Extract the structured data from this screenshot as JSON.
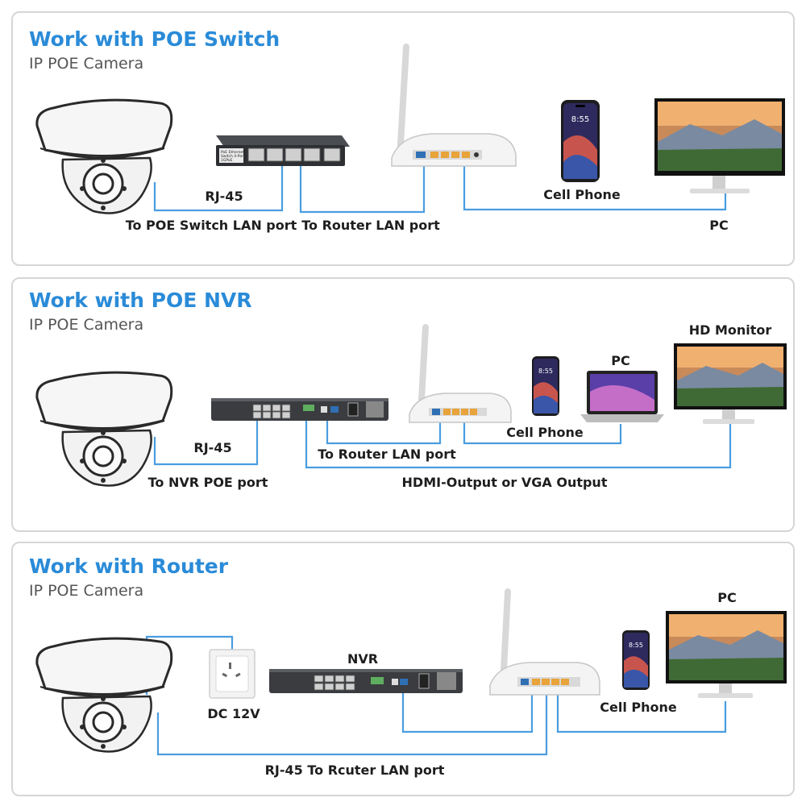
{
  "panels": [
    {
      "title": "Work with POE Switch",
      "subtitle": "IP POE Camera",
      "labels": {
        "rj45": "RJ-45",
        "to_poe_switch": "To POE Switch LAN port",
        "to_router": "To Router LAN port",
        "cell_phone": "Cell Phone",
        "pc": "PC"
      },
      "switch_text": [
        "PoE Ethernet",
        "Switch 4-Port",
        "1GPoE"
      ]
    },
    {
      "title": "Work with POE NVR",
      "subtitle": "IP POE Camera",
      "labels": {
        "rj45": "RJ-45",
        "to_nvr_poe": "To NVR POE port",
        "to_router": "To Router LAN port",
        "hdmi_vga": "HDMI-Output or VGA Output",
        "cell_phone": "Cell Phone",
        "pc": "PC",
        "hd_monitor": "HD Monitor"
      }
    },
    {
      "title": "Work with Router",
      "subtitle": "IP POE Camera",
      "labels": {
        "nvr": "NVR",
        "dc12v": "DC 12V",
        "cell_phone": "Cell Phone",
        "pc": "PC",
        "rj45_router": "RJ-45 To Rcuter LAN port"
      }
    }
  ],
  "phone_time": "8:55",
  "colors": {
    "title": "#2a8bd8",
    "cable": "#4a9de0",
    "border": "#d6d6d6",
    "port": "#e8a33a"
  }
}
